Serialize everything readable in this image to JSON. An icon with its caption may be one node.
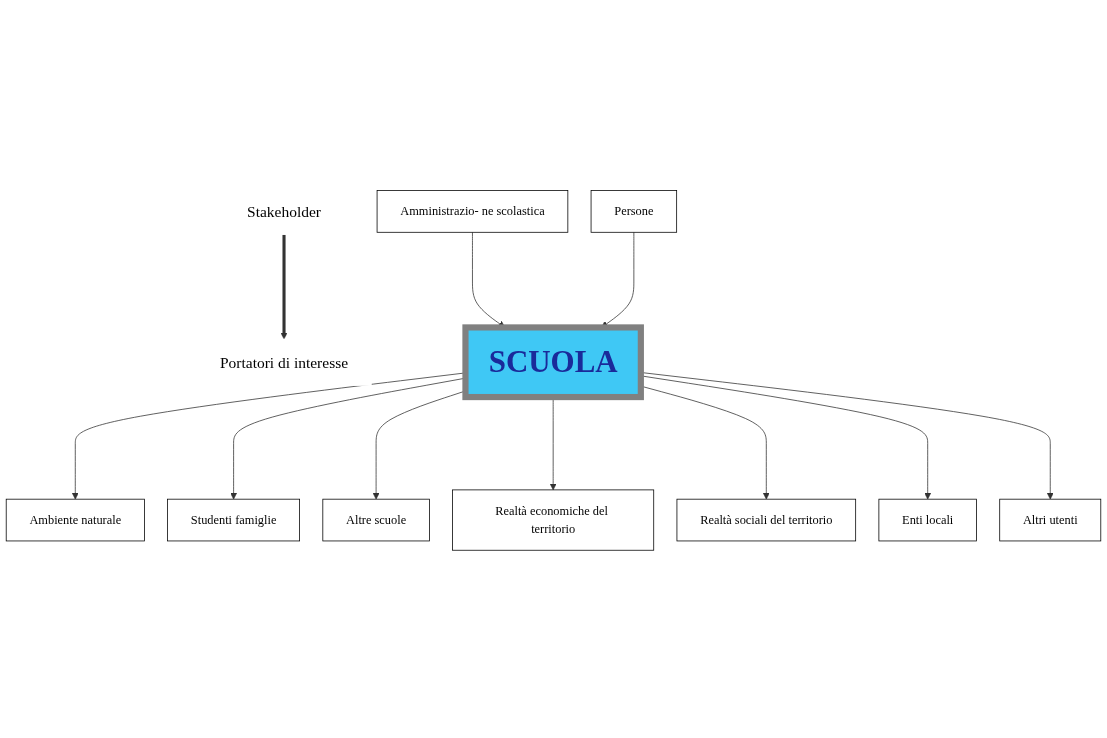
{
  "diagram": {
    "nodes": [
      {
        "text": [
          "Stakeholder"
        ]
      },
      {
        "text": [
          "Portatori di interesse"
        ]
      },
      {
        "text": [
          "Amministrazio- ne scolastica"
        ]
      },
      {
        "text": [
          "Persone"
        ]
      },
      {
        "text": [
          "Ambiente naturale"
        ]
      },
      {
        "text": [
          "SCUOLA"
        ]
      },
      {
        "text": [
          "Studenti famiglie"
        ]
      },
      {
        "text": [
          "Altre scuole"
        ]
      },
      {
        "text": [
          "Realtà economiche del territorio"
        ]
      },
      {
        "text": [
          "Altri utenti"
        ]
      },
      {
        "text": [
          "Enti locali"
        ]
      },
      {
        "text": [
          "Realtà sociali del territorio"
        ]
      }
    ],
    "edges": [
      {
        "from": 0,
        "to": 1,
        "arrow": "to",
        "style": "thick"
      },
      {
        "from": 2,
        "to": 5,
        "arrow": "to"
      },
      {
        "from": 3,
        "to": 5,
        "arrow": "to"
      },
      {
        "from": 5,
        "to": 4,
        "arrow": "to"
      },
      {
        "from": 5,
        "to": 6,
        "arrow": "to"
      },
      {
        "from": 5,
        "to": 7,
        "arrow": "to"
      },
      {
        "from": 5,
        "to": 8,
        "arrow": "to"
      },
      {
        "from": 5,
        "to": 11,
        "arrow": "to"
      },
      {
        "from": 5,
        "to": 10,
        "arrow": "to"
      },
      {
        "from": 5,
        "to": 9,
        "arrow": "to"
      }
    ]
  }
}
